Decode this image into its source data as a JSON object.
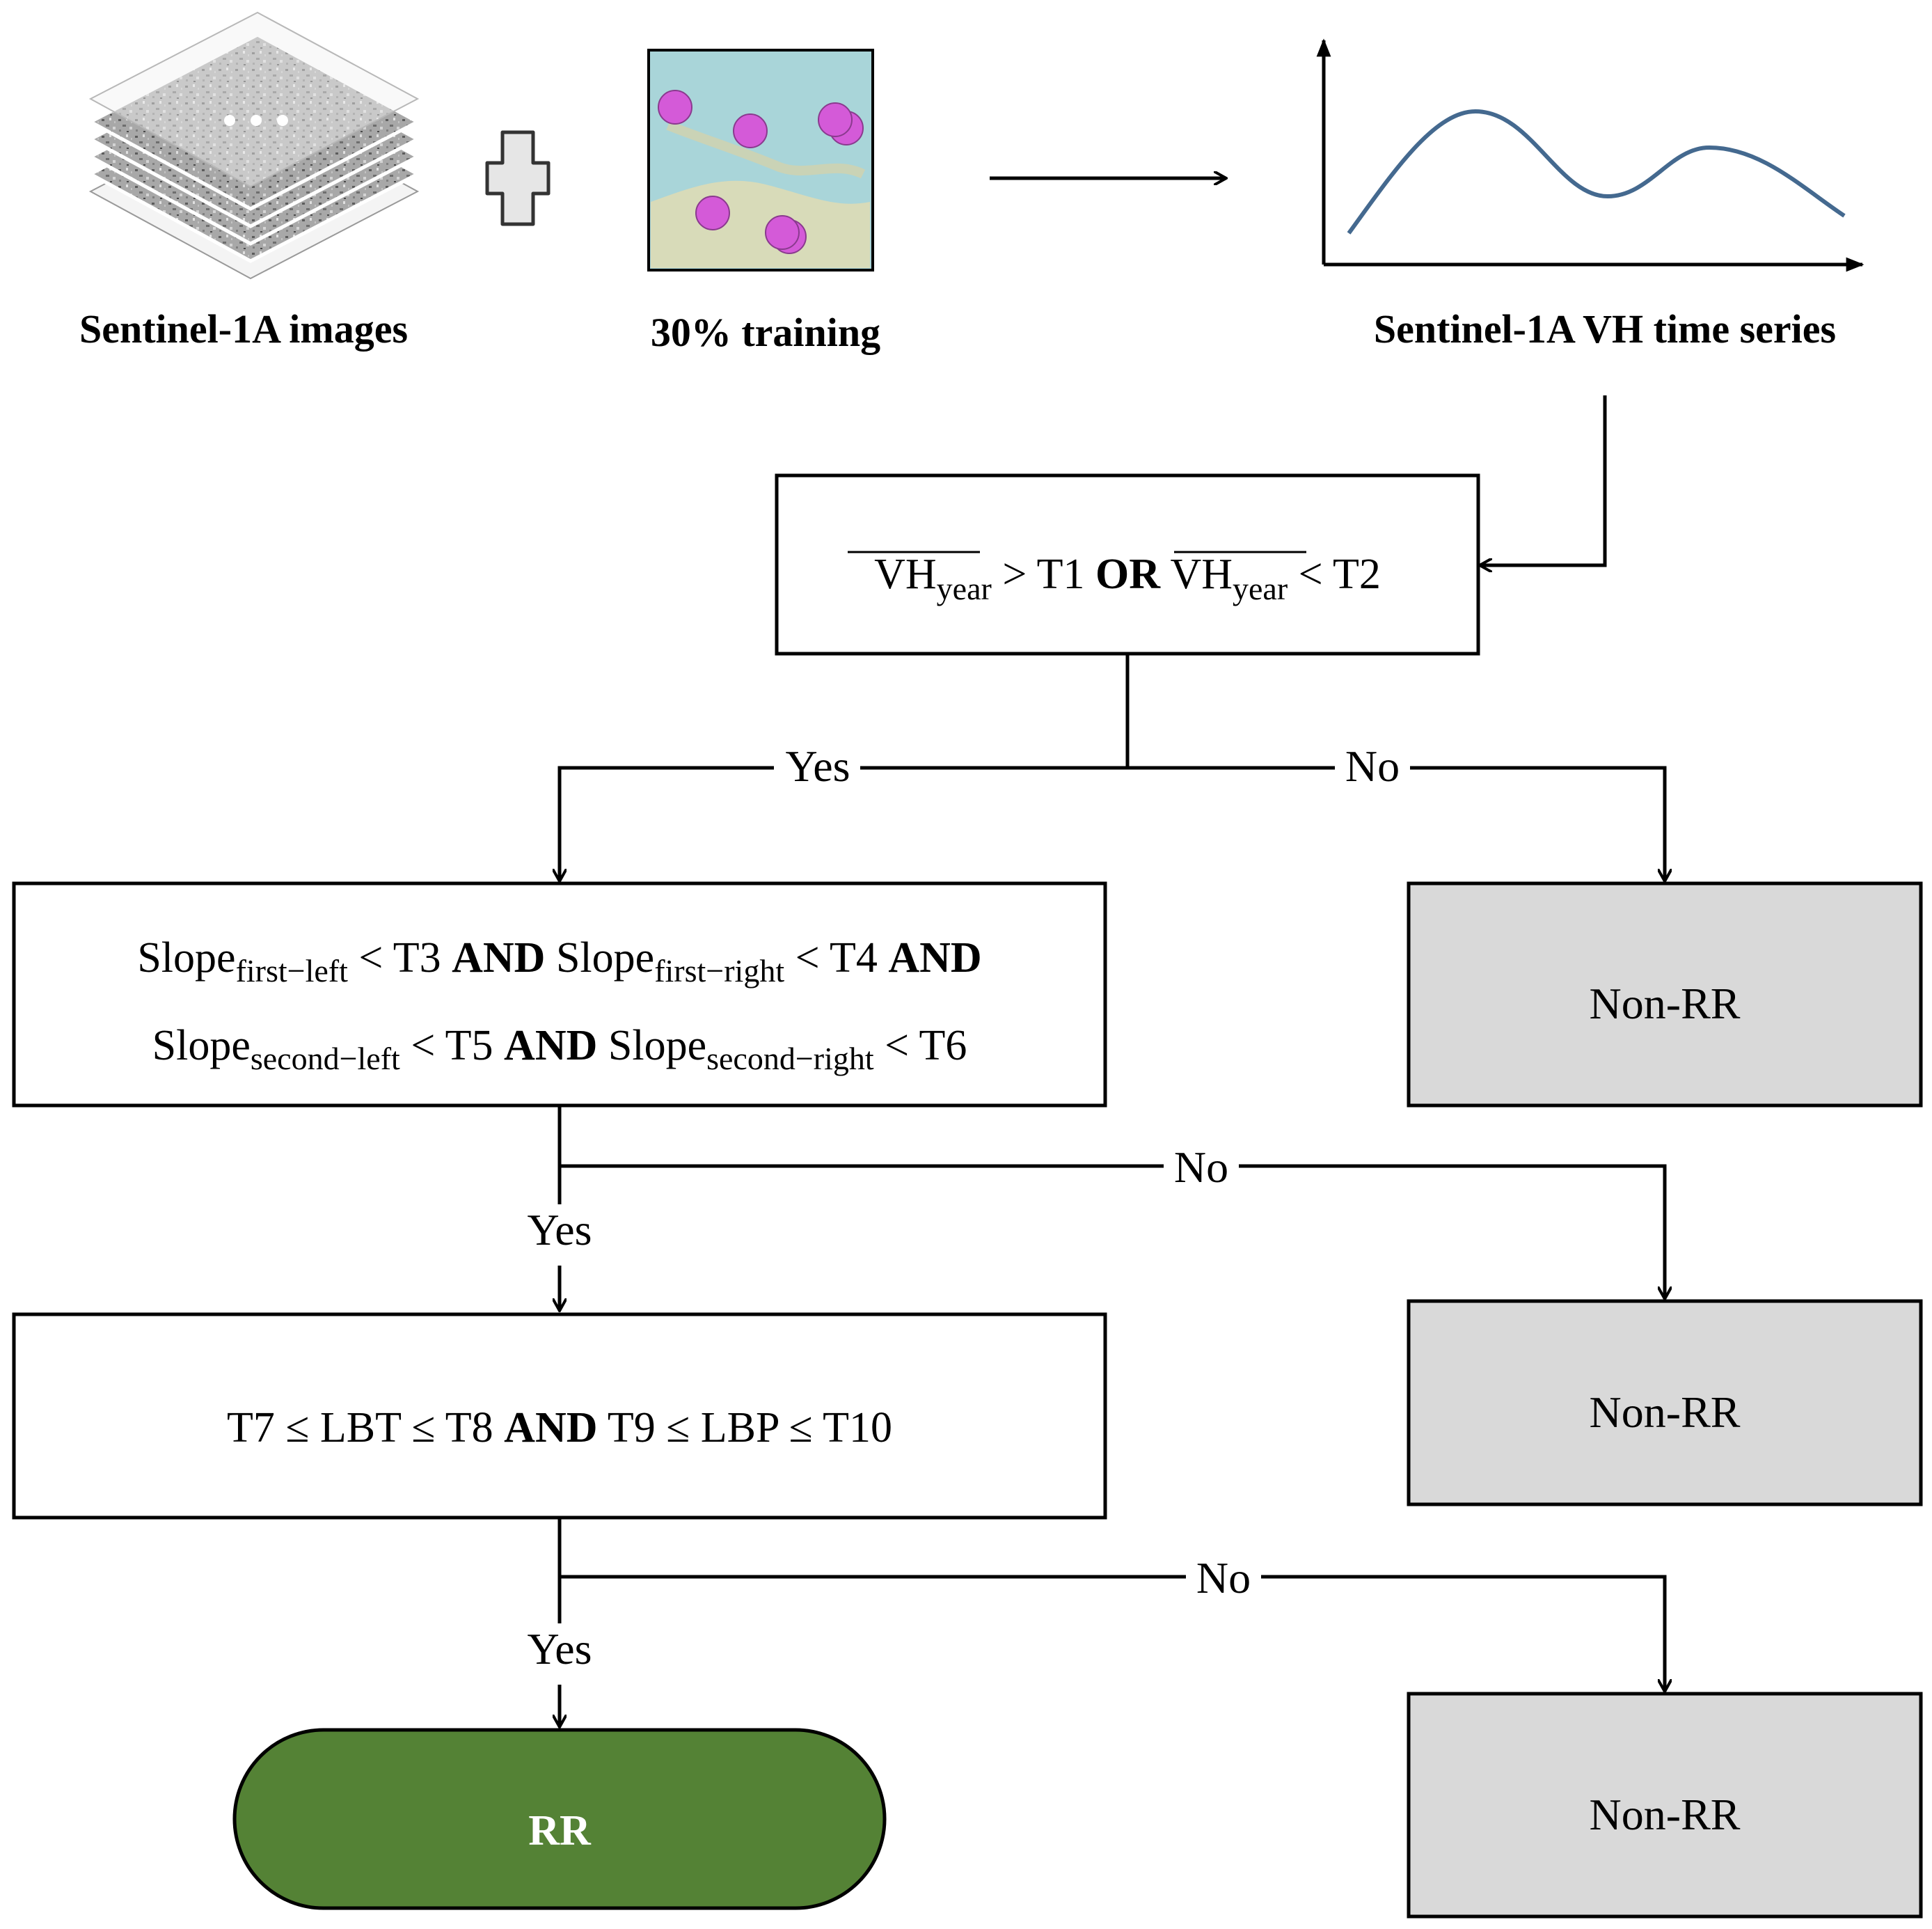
{
  "inputs": {
    "images_caption": "Sentinel-1A images",
    "training_caption": "30% training",
    "timeseries_caption": "Sentinel-1A VH time series"
  },
  "decision1": {
    "vh": "VH",
    "year": "year",
    "gt_t1": " > T1 ",
    "or": "OR",
    "lt_t2": " < T2"
  },
  "decision2": {
    "slope": "Slope",
    "first_left": "first−left",
    "first_right": "first−right",
    "second_left": "second−left",
    "second_right": "second−right",
    "lt_t3": " < T3 ",
    "lt_t4": " < T4 ",
    "lt_t5": " < T5 ",
    "lt_t6": " < T6",
    "and": "AND"
  },
  "decision3": {
    "part1": "T7 ≤ LBT ≤  T8 ",
    "and": "AND",
    "part2": " T9 ≤ LBP ≤  T10"
  },
  "branches": {
    "yes": "Yes",
    "no": "No"
  },
  "outcomes": {
    "non_rr": "Non-RR",
    "rr": "RR"
  },
  "colors": {
    "rr_fill": "#548235",
    "non_rr_fill": "#d9d9d9",
    "curve": "#44698f",
    "marker": "#d45ad8"
  }
}
